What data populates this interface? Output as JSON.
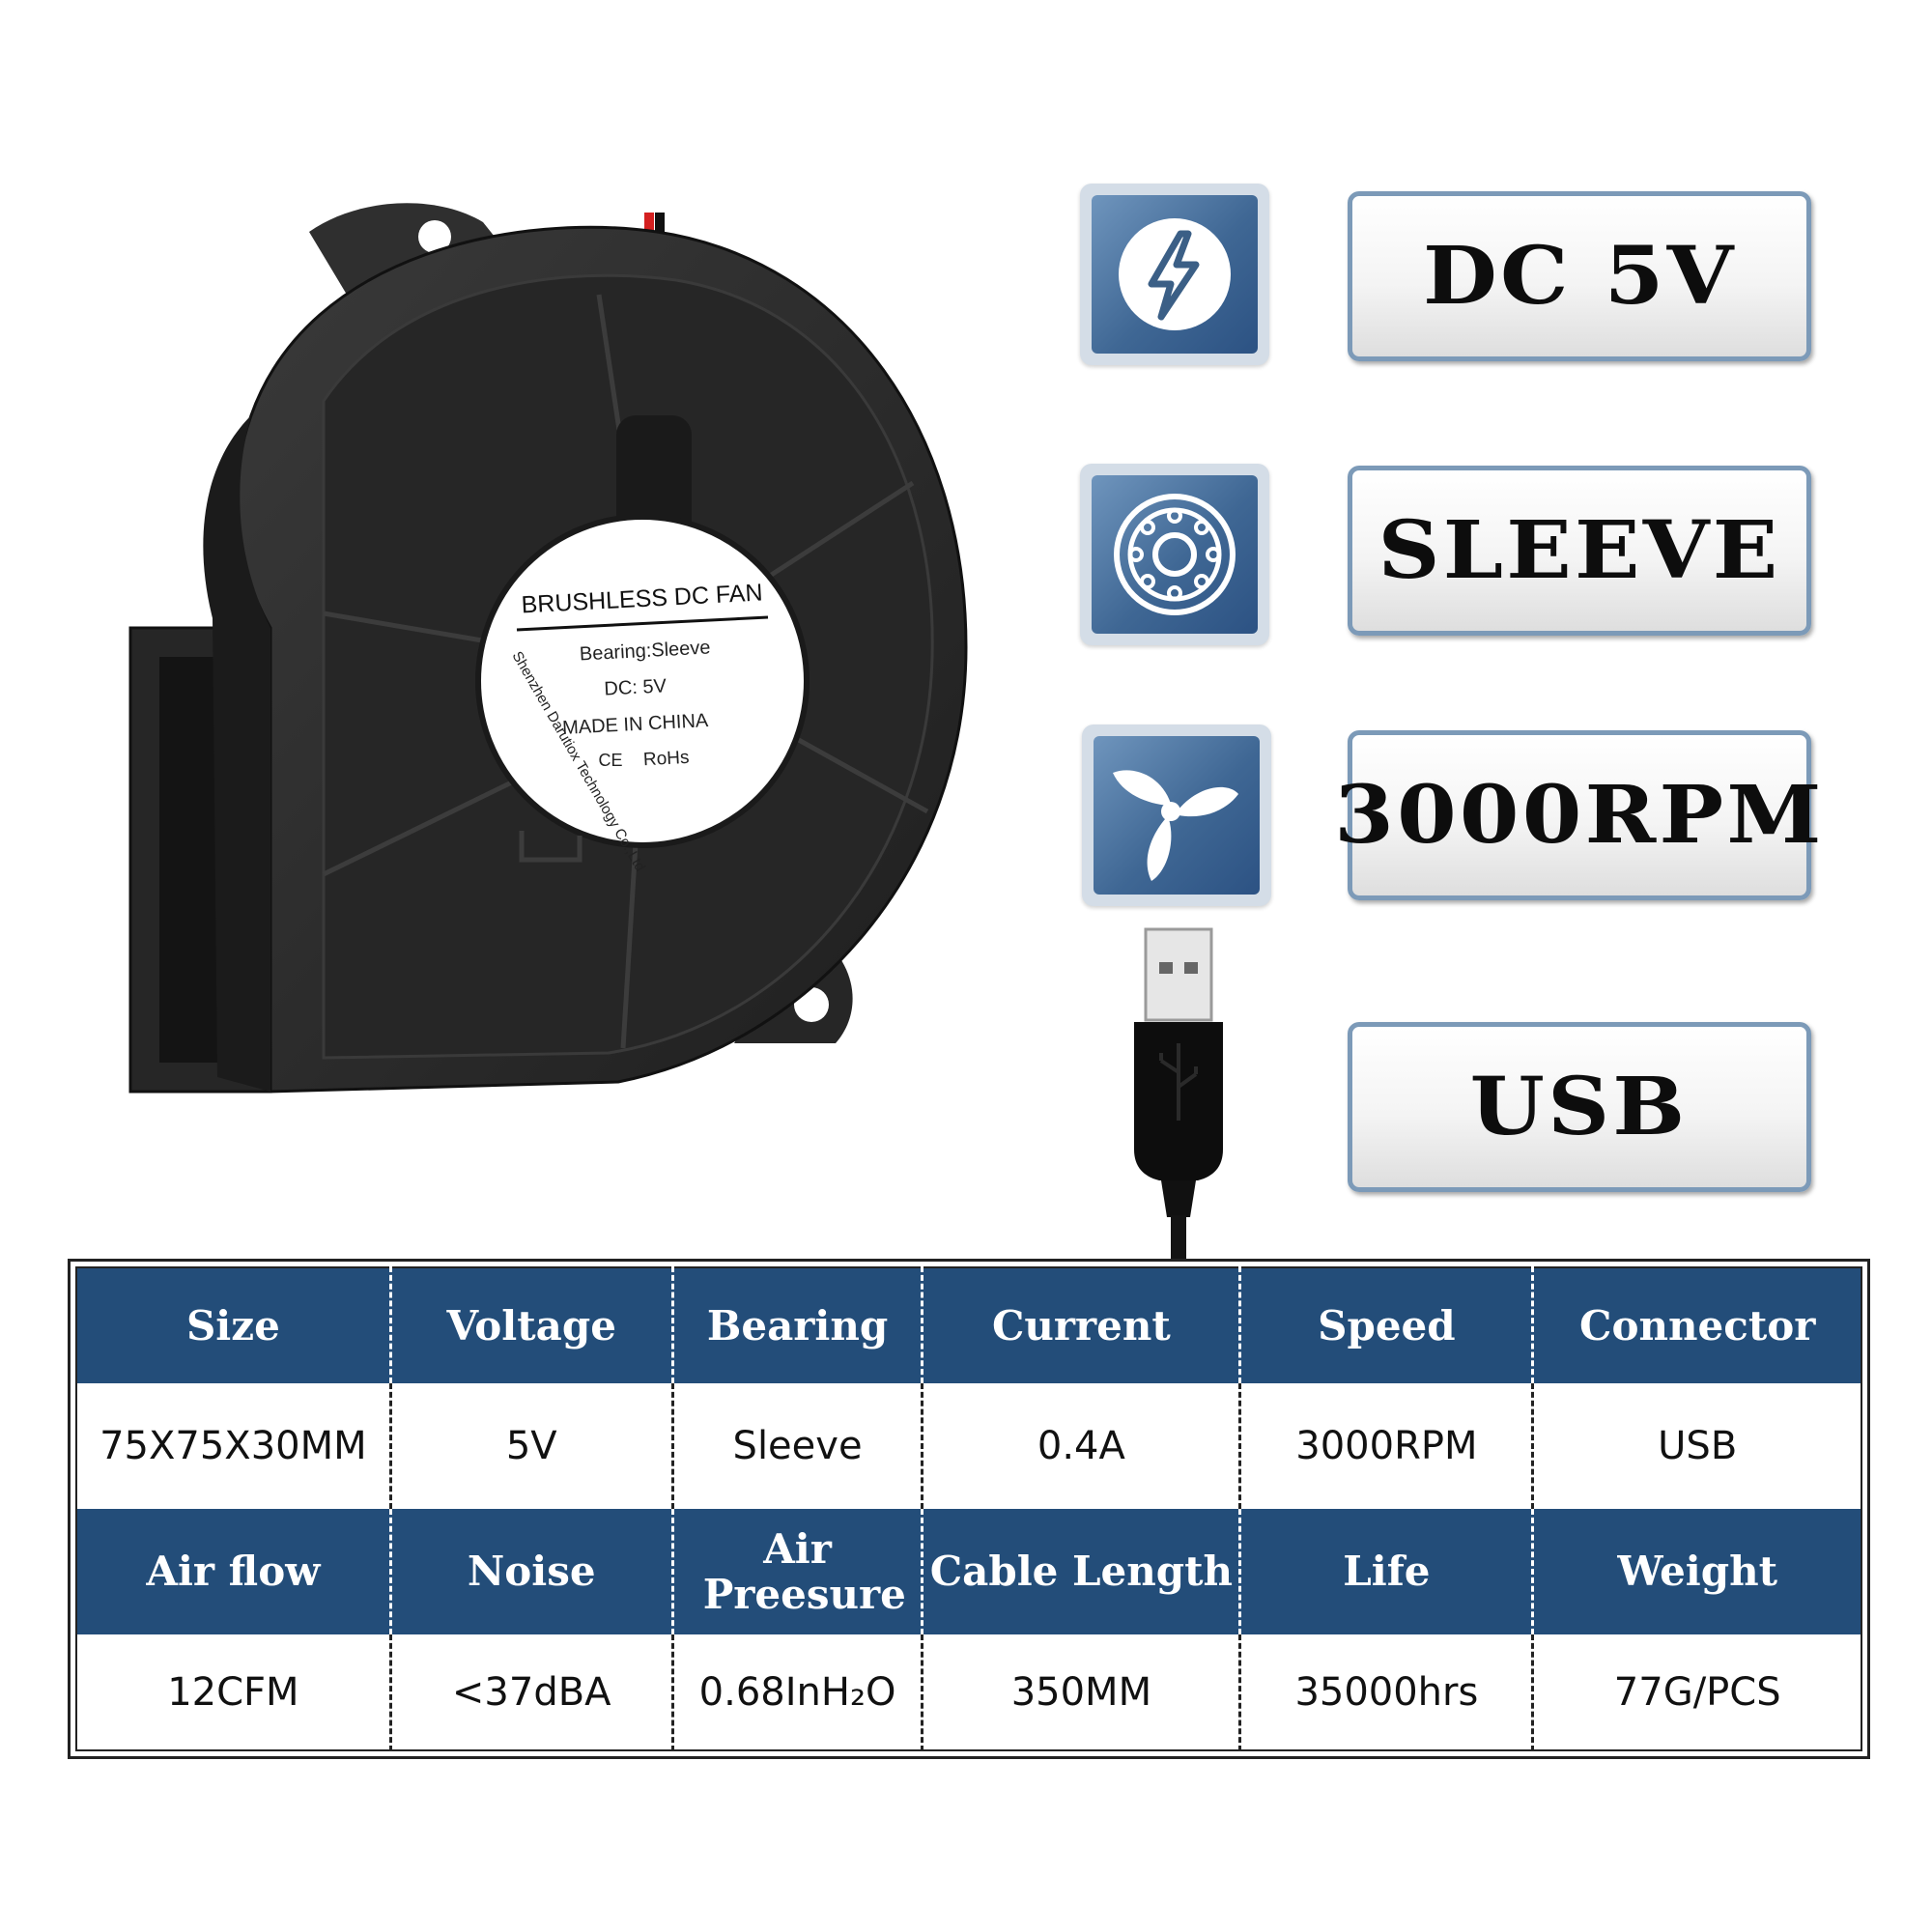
{
  "fan_label": {
    "title": "BRUSHLESS DC FAN",
    "bearing": "Bearing:Sleeve",
    "voltage": "DC:  5V",
    "origin": "MADE IN CHINA",
    "cert_ce": "CE",
    "cert_rohs": "RoHs",
    "maker": "Shenzhen Darutiox Technology Co.,Ltd"
  },
  "features": [
    {
      "icon": "lightning-bolt-icon",
      "label": "DC 5V"
    },
    {
      "icon": "bearing-icon",
      "label": "SLEEVE"
    },
    {
      "icon": "fan-propeller-icon",
      "label": "3000RPM"
    },
    {
      "icon": "usb-plug-icon",
      "label": "USB"
    }
  ],
  "colors": {
    "table_header": "#234d79",
    "icon_blue": "#2c5283",
    "badge_border": "#7c9ab8"
  },
  "specs": {
    "headers_1": [
      "Size",
      "Voltage",
      "Bearing",
      "Current",
      "Speed",
      "Connector"
    ],
    "values_1": [
      "75X75X30MM",
      "5V",
      "Sleeve",
      "0.4A",
      "3000RPM",
      "USB"
    ],
    "headers_2": [
      "Air flow",
      "Noise",
      "Air Preesure",
      "Cable Length",
      "Life",
      "Weight"
    ],
    "values_2": [
      "12CFM",
      "<37dBA",
      "0.68InH₂O",
      "350MM",
      "35000hrs",
      "77G/PCS"
    ]
  }
}
